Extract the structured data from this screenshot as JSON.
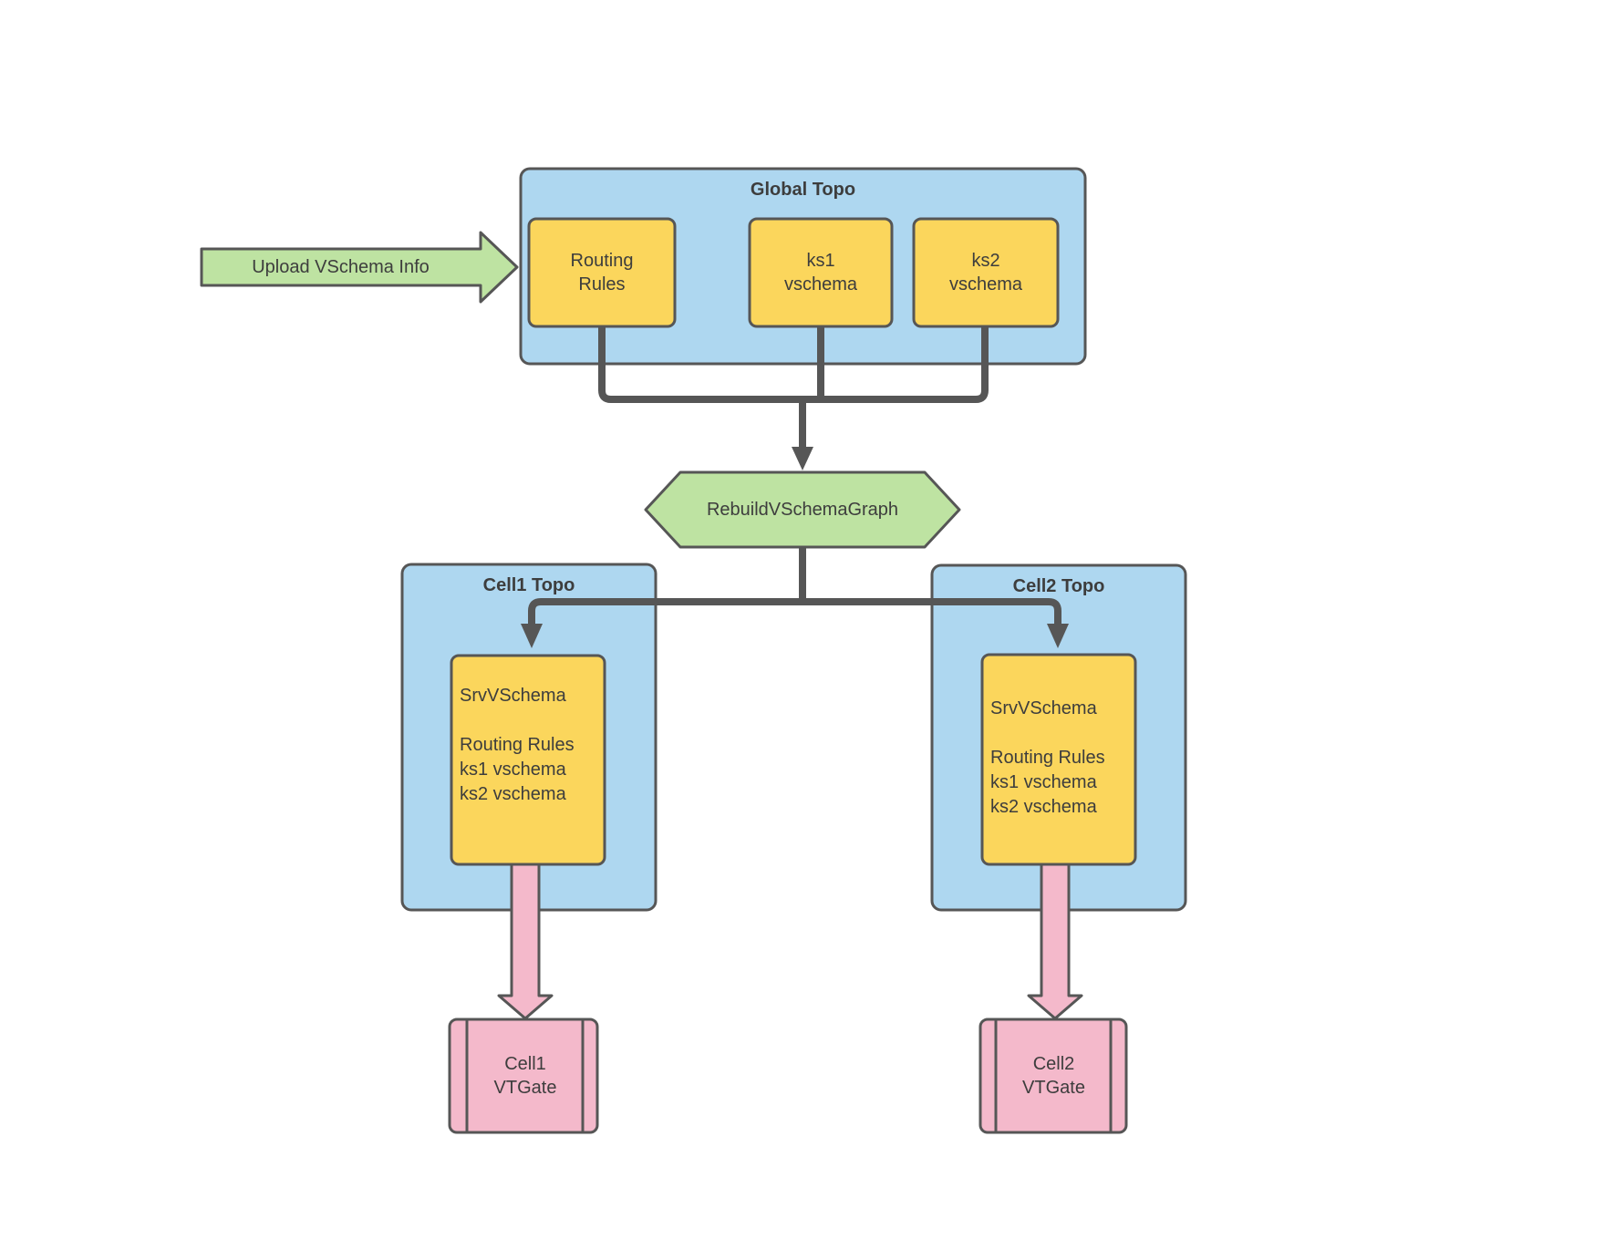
{
  "diagram": {
    "background": "#FFFFFF",
    "colors": {
      "topo_fill": "#AED7F0",
      "node_fill": "#FBD65C",
      "process_fill": "#BEE3A2",
      "vtgate_fill": "#F4B9CB",
      "stroke": "#565656",
      "connector": "#565656",
      "text": "#3D3D3D"
    },
    "upload_arrow": {
      "label": "Upload VSchema Info"
    },
    "global_topo": {
      "title": "Global Topo",
      "nodes": [
        {
          "label": "Routing\nRules"
        },
        {
          "label": "ks1\nvschema"
        },
        {
          "label": "ks2\nvschema"
        }
      ]
    },
    "rebuild": {
      "label": "RebuildVSchemaGraph"
    },
    "cells": [
      {
        "title": "Cell1 Topo",
        "srv_vschema": "SrvVSchema\n\nRouting Rules\nks1 vschema\nks2 vschema",
        "vtgate": "Cell1\nVTGate"
      },
      {
        "title": "Cell2 Topo",
        "srv_vschema": "SrvVSchema\n\nRouting Rules\nks1 vschema\nks2 vschema",
        "vtgate": "Cell2\nVTGate"
      }
    ]
  }
}
